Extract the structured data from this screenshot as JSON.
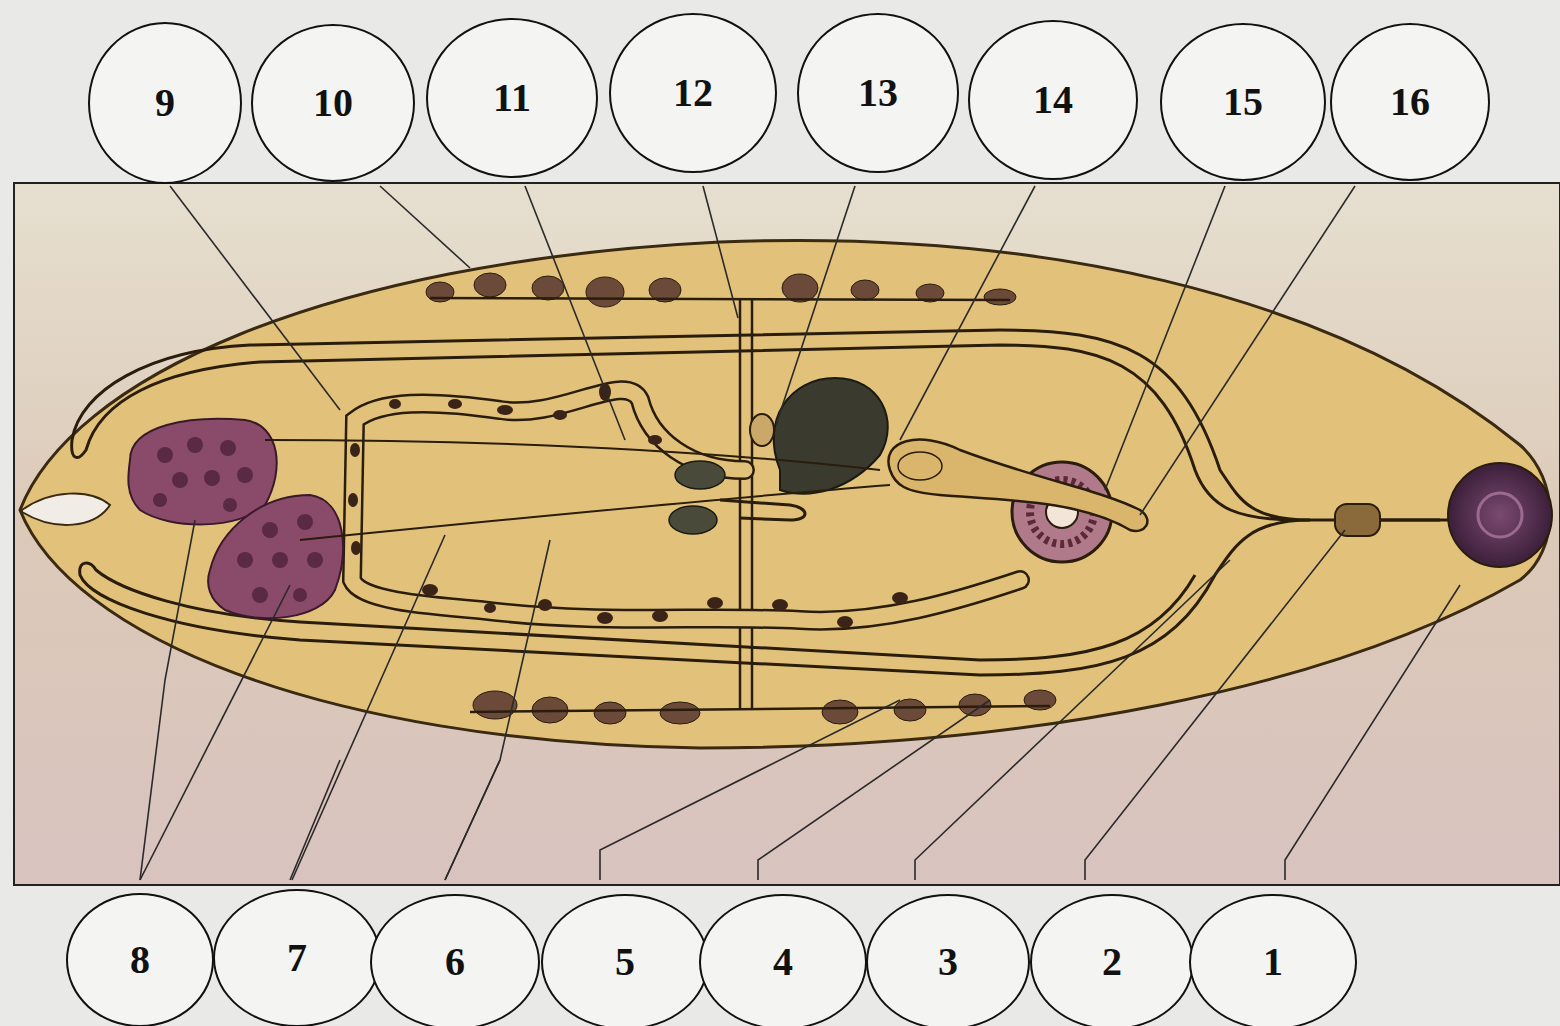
{
  "diagram": {
    "nodes": [
      {
        "text": [
          "9"
        ]
      },
      {
        "text": [
          "10"
        ]
      },
      {
        "text": [
          "11"
        ]
      },
      {
        "text": [
          "12"
        ]
      },
      {
        "text": [
          "13"
        ]
      },
      {
        "text": [
          "14"
        ]
      },
      {
        "text": [
          "15"
        ]
      },
      {
        "text": [
          "16"
        ]
      },
      {
        "text": [
          "8"
        ]
      },
      {
        "text": [
          "7"
        ]
      },
      {
        "text": [
          "6"
        ]
      },
      {
        "text": [
          "5"
        ]
      },
      {
        "text": [
          "4"
        ]
      },
      {
        "text": [
          "3"
        ]
      },
      {
        "text": [
          "2"
        ]
      },
      {
        "text": [
          "1"
        ]
      }
    ]
  }
}
